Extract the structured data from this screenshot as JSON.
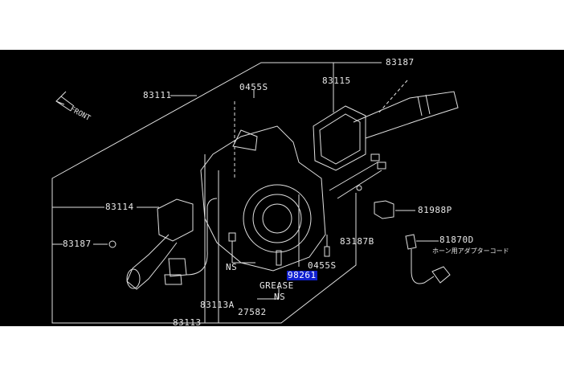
{
  "diagram": {
    "direction_label": "FRONT",
    "parts": {
      "p83187_top": "83187",
      "p83115": "83115",
      "p0455s_top": "0455S",
      "p83111": "83111",
      "p83114": "83114",
      "p83187_left": "83187",
      "p81988p": "81988P",
      "p83187b": "83187B",
      "p81870d": "81870D",
      "p81870d_note": "ホーン用アダプターコード",
      "p0455s_bottom": "0455S",
      "p98261": "98261",
      "grease": "GREASE",
      "ns_left": "NS",
      "ns_right": "NS",
      "p83113a": "83113A",
      "p27582": "27582",
      "p83113": "83113"
    },
    "highlight_color": "#1020d0"
  }
}
